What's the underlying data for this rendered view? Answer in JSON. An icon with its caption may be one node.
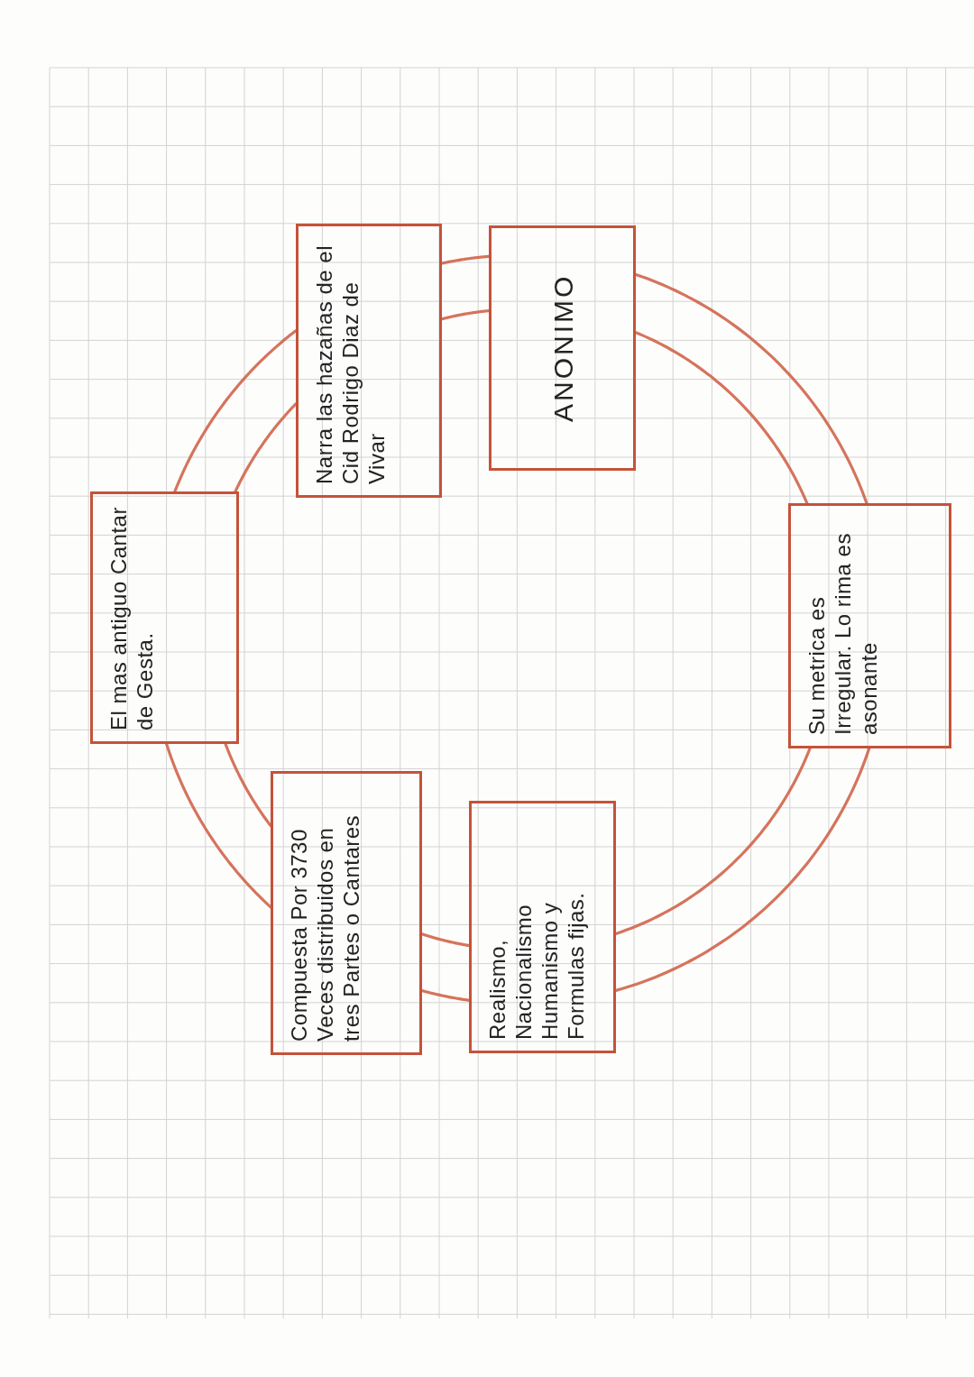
{
  "diagram": {
    "nodes": [
      {
        "text": [
          "El mas antiguo Cantar de Gesta."
        ]
      },
      {
        "text": [
          "Narra las hazañas de el Cid Rodrigo Diaz de Vivar"
        ]
      },
      {
        "text": [
          "ANONIMO"
        ]
      },
      {
        "text": [
          "Su metrica es Irregular. Lo rima es asonante"
        ]
      },
      {
        "text": [
          "Realismo, Nacionalismo Humanismo y Formulas fijas."
        ]
      },
      {
        "text": [
          "Compuesta Por 3730 Veces distribuidos en tres Partes o Cantares"
        ]
      }
    ],
    "edges": [
      {
        "from": 0,
        "to": 1,
        "arrow": "none"
      },
      {
        "from": 0,
        "to": 1,
        "arrow": "none"
      },
      {
        "from": 1,
        "to": 2,
        "arrow": "none"
      },
      {
        "from": 1,
        "to": 2,
        "arrow": "none"
      },
      {
        "from": 2,
        "to": 3,
        "arrow": "none"
      },
      {
        "from": 2,
        "to": 3,
        "arrow": "none"
      },
      {
        "from": 3,
        "to": 4,
        "arrow": "none"
      },
      {
        "from": 3,
        "to": 4,
        "arrow": "none"
      },
      {
        "from": 4,
        "to": 5,
        "arrow": "none"
      },
      {
        "from": 4,
        "to": 5,
        "arrow": "none"
      },
      {
        "from": 5,
        "to": 0,
        "arrow": "none"
      },
      {
        "from": 5,
        "to": 0,
        "arrow": "none"
      }
    ]
  }
}
